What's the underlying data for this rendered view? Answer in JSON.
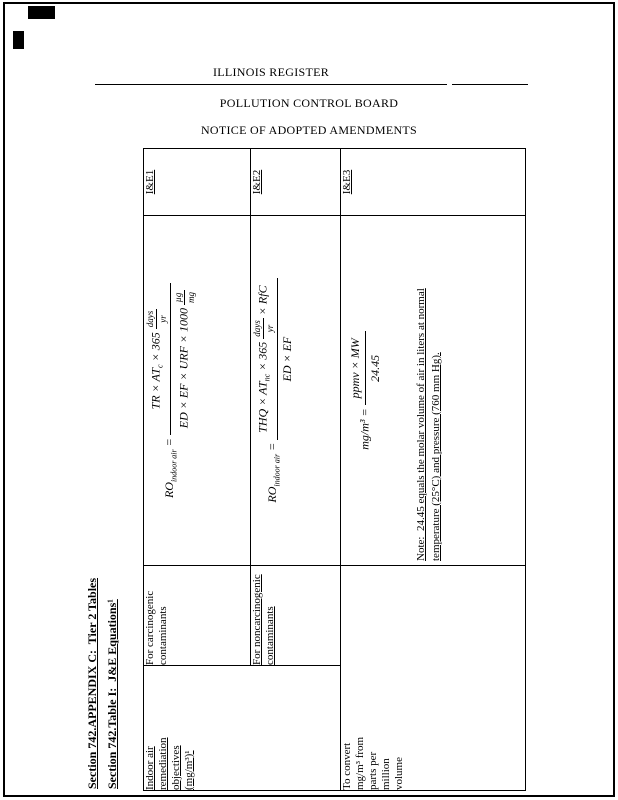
{
  "header": {
    "register": "ILLINOIS REGISTER",
    "board": "POLLUTION CONTROL BOARD",
    "notice": "NOTICE OF ADOPTED AMENDMENTS"
  },
  "titles": {
    "line1": "Section 742.APPENDIX C:  Tier 2 Tables",
    "line2": "Section 742.Table I:  J&E Equations¹"
  },
  "table": {
    "indoor_air": "Indoor air remediation objectives (mg/m³)¹",
    "carcinogenic": "For carcinogenic contaminants",
    "noncarcinogenic": "For noncarcinogenic contaminants",
    "convert": "To convert mg/m³ from parts per million volume",
    "label_e1": "I&E1",
    "label_e2": "I&E2",
    "label_e3": "I&E3"
  },
  "equations": {
    "e1": {
      "lhs": "RO",
      "lhs_sub": "indoor air",
      "equals": "=",
      "num_a": "TR × AT",
      "num_sub": "c",
      "num_b": "× 365",
      "days": "days",
      "yr": "yr",
      "den_a": "ED × EF × URF × 1000",
      "ug": "µg",
      "mg": "mg"
    },
    "e2": {
      "lhs": "RO",
      "lhs_sub": "indoor air",
      "equals": "=",
      "num_a": "THQ × AT",
      "num_sub": "nc",
      "num_b": "× 365",
      "days": "days",
      "yr": "yr",
      "num_c": "× RfC",
      "den": "ED × EF"
    },
    "e3": {
      "lhs": "mg/m³",
      "equals": "=",
      "num": "ppmv × MW",
      "den": "24.45",
      "note1": "Note:  24.45 equals the molar volume of air in liters at normal",
      "note2": "temperature (25°C) and pressure (760 mm Hg)."
    }
  }
}
